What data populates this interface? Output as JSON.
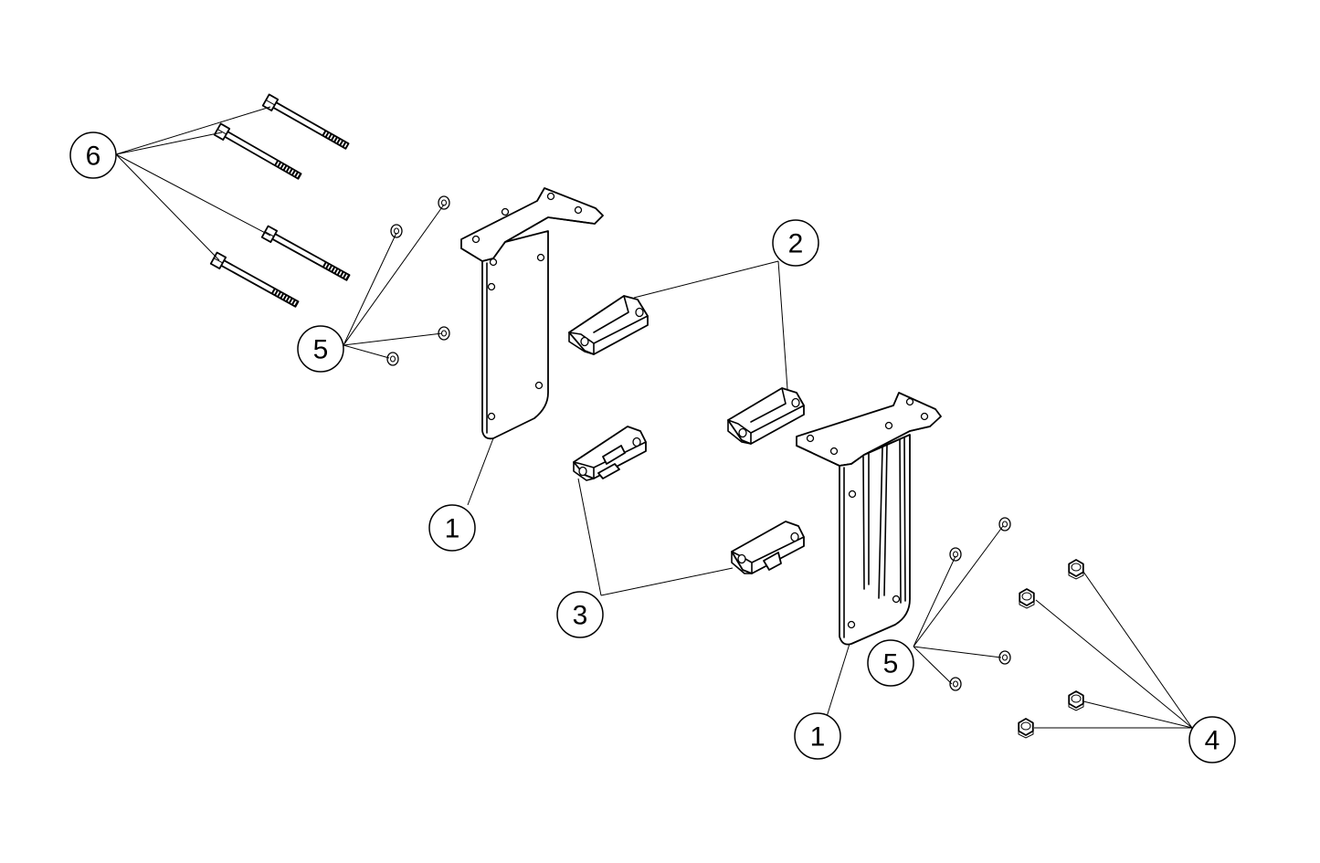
{
  "callouts": [
    {
      "id": "c6",
      "label": "6"
    },
    {
      "id": "c5a",
      "label": "5"
    },
    {
      "id": "c1a",
      "label": "1"
    },
    {
      "id": "c2",
      "label": "2"
    },
    {
      "id": "c3",
      "label": "3"
    },
    {
      "id": "c1b",
      "label": "1"
    },
    {
      "id": "c5b",
      "label": "5"
    },
    {
      "id": "c4",
      "label": "4"
    }
  ]
}
